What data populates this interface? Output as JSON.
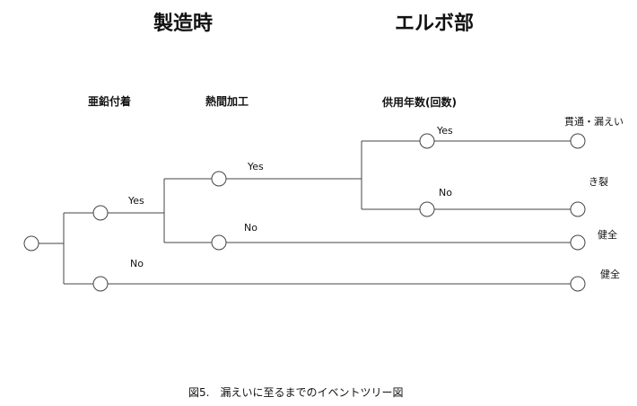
{
  "headers": {
    "manufacturing": "製造時",
    "elbow": "エルボ部"
  },
  "stages": {
    "zinc": "亜鉛付着",
    "hot_work": "熱間加工",
    "service_years": "供用年数(回数)"
  },
  "branches": {
    "zinc_yes": "Yes",
    "zinc_no": "No",
    "hot_yes": "Yes",
    "hot_no": "No",
    "service_yes": "Yes",
    "service_no": "No"
  },
  "outcomes": {
    "penetration_leak": "貫通・漏えい",
    "crack": "き裂",
    "sound_1": "健全",
    "sound_2": "健全"
  },
  "caption": "図5.　漏えいに至るまでのイベントツリー図"
}
